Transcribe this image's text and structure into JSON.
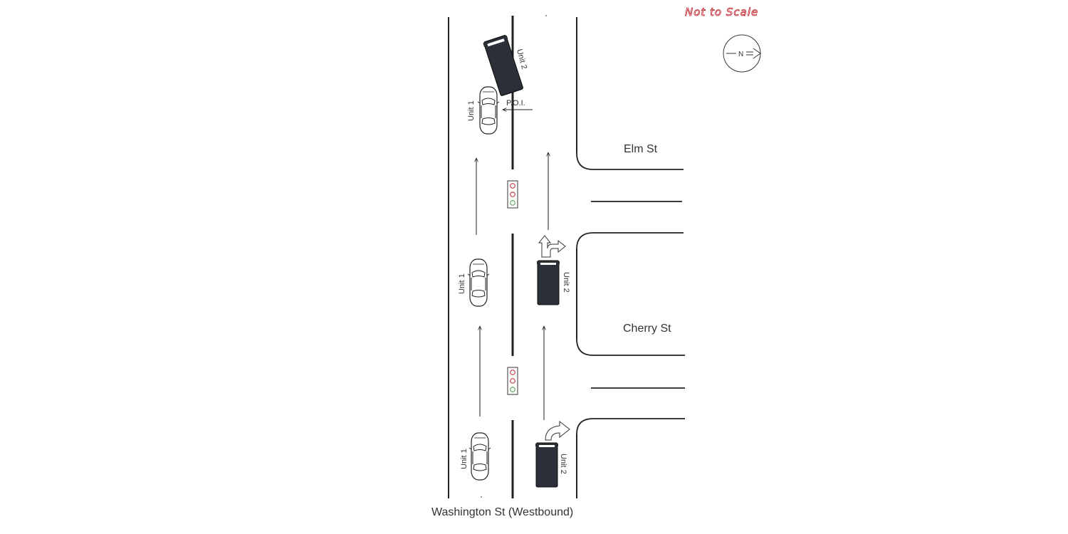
{
  "note": "Not to Scale",
  "compass": {
    "label": "N"
  },
  "streets": {
    "main": "Washington St (Westbound)",
    "cross_upper": "Elm St",
    "cross_lower": "Cherry St"
  },
  "poi_label": "P.O.I.",
  "units": {
    "unit1": "Unit 1",
    "unit2": "Unit 2"
  },
  "colors": {
    "truck": "#2b3038",
    "line": "#222222",
    "note": "#c0202a",
    "signal_red": "#c0202a",
    "signal_green": "#3a9a3a"
  }
}
